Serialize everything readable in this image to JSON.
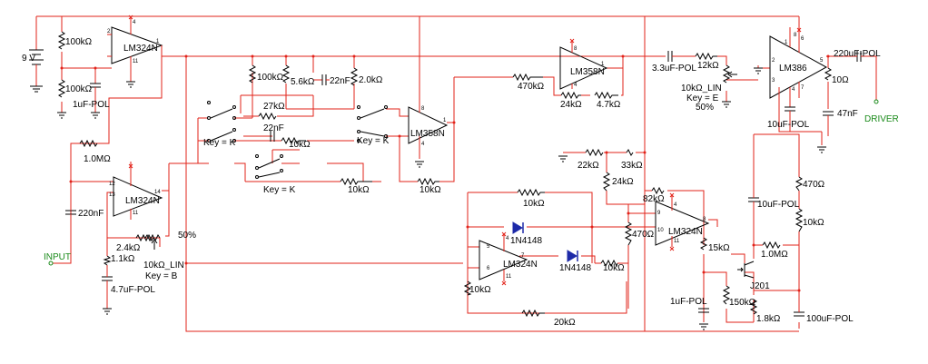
{
  "colors": {
    "wire": "#e2231a",
    "component": "#000000",
    "io": "#1a8a1a",
    "background": "#ffffff"
  },
  "power": {
    "battery_label": "9 V"
  },
  "io": {
    "input_label": "INPUT",
    "output_label": "DRIVER"
  },
  "opamps": {
    "u1": "LM324N",
    "u2": "LM324N",
    "u3": "LM358N",
    "u4": "LM358N",
    "u5": "LM324N",
    "u6": "LM324N",
    "u7": "LM386"
  },
  "resistors": {
    "r1": "100kΩ",
    "r2": "100kΩ",
    "r3": "1.0MΩ",
    "r4": "2.4kΩ",
    "r5": "1.1kΩ",
    "r6": "100kΩ",
    "r7": "5.6kΩ",
    "r8": "2.0kΩ",
    "r9": "27kΩ",
    "r10": "10kΩ",
    "r11": "10kΩ",
    "r12": "10kΩ",
    "r13": "470kΩ",
    "r14": "24kΩ",
    "r15": "4.7kΩ",
    "r16": "12kΩ",
    "r17": "10Ω",
    "r18": "22kΩ",
    "r19": "33kΩ",
    "r20": "24kΩ",
    "r21": "470Ω",
    "r22": "82kΩ",
    "r23": "10kΩ",
    "r24": "10kΩ",
    "r25": "10kΩ",
    "r26": "20kΩ",
    "r27": "15kΩ",
    "r28": "150kΩ",
    "r29": "1.8kΩ",
    "r30": "1.0MΩ",
    "r31": "10kΩ",
    "r32": "470Ω"
  },
  "capacitors": {
    "c1": "1uF-POL",
    "c2": "220nF",
    "c3": "4.7uF-POL",
    "c4": "22nF",
    "c5": "22nF",
    "c6": "3.3uF-POL",
    "c7": "10uF-POL",
    "c8": "220uF-POL",
    "c9": "47nF",
    "c10": "10uF-POL",
    "c11": "1uF-POL",
    "c12": "100uF-POL"
  },
  "pots": {
    "p1": {
      "value": "10kΩ_LIN",
      "key": "Key = B",
      "percent": "50%"
    },
    "p2": {
      "value": "10kΩ_LIN",
      "key": "Key = E",
      "percent": "50%"
    }
  },
  "switches": {
    "s1_key": "Key = K",
    "s2_key": "Key = K",
    "s3_key": "Key = K"
  },
  "diodes": {
    "d1": "1N4148",
    "d2": "1N4148"
  },
  "transistor": {
    "q1": "J201"
  },
  "pins": {
    "u1_in": "2",
    "u1_out": "1",
    "u1_gnd": "11",
    "u1_vcc": "4",
    "u2_in_p": "12",
    "u2_in_n": "13",
    "u2_out": "14",
    "u2_gnd": "11",
    "u3_out": "1",
    "u3_gnd": "4",
    "u3_vcc": "8",
    "u4_out": "1",
    "u4_gnd": "4",
    "u4_vcc": "8",
    "u5_in_p": "5",
    "u5_in_n": "6",
    "u5_out": "7",
    "u5_gnd": "11",
    "u5_vcc": "4",
    "u6_in_n": "9",
    "u6_in_p": "10",
    "u6_out": "8",
    "u6_gnd": "11",
    "u6_vcc": "4",
    "u7_in_n": "2",
    "u7_in_p": "3",
    "u7_out": "5",
    "u7_gnd": "4",
    "u7_vcc": "6",
    "u7_g1": "1",
    "u7_g8": "8",
    "u7_byp": "7"
  }
}
